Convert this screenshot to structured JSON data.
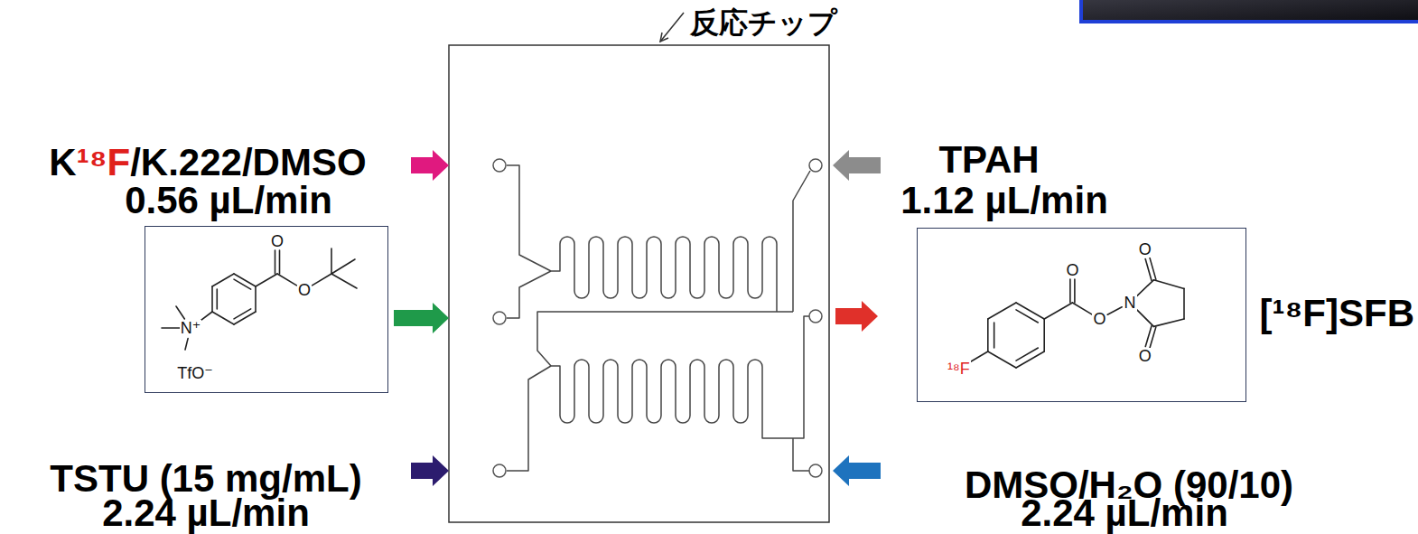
{
  "diagram": {
    "nodes": [
      {
        "text": [
          "O",
          "O",
          "N⁺",
          "TfO⁻"
        ]
      },
      {
        "text": [
          "O",
          "O",
          "N",
          "O",
          "O",
          "¹⁸F"
        ]
      }
    ],
    "labels": [
      "反応チップ",
      "K¹⁸F/K.222/DMSO",
      "0.56 µL/min",
      "TSTU (15 mg/mL)",
      "2.24 µL/min",
      "TPAH",
      "1.12 µL/min",
      "[¹⁸F]SFB",
      "DMSO/H₂O (90/10)",
      "2.24 µL/min"
    ]
  }
}
